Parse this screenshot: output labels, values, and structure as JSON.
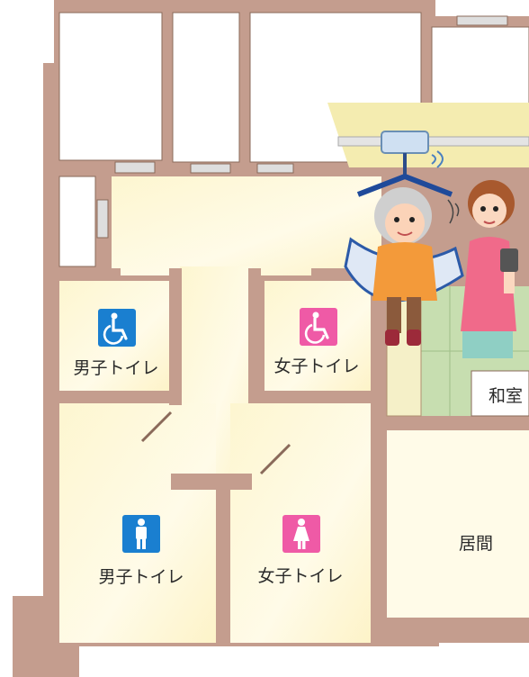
{
  "rooms": {
    "mens_accessible": "男子トイレ",
    "womens_accessible": "女子トイレ",
    "mens_toilet": "男子トイレ",
    "womens_toilet": "女子トイレ",
    "washitsu": "和室",
    "ima": "居間"
  },
  "icons": {
    "mens_accessible": "wheelchair-icon",
    "womens_accessible": "wheelchair-icon",
    "mens_toilet": "man-icon",
    "womens_toilet": "woman-icon",
    "lift": "ceiling-lift-icon",
    "caregiver": "caregiver-icon",
    "patient": "elderly-person-icon"
  },
  "colors": {
    "wall": "#c49d8e",
    "floor": "#fdf7d4",
    "washitsu_floor": "#c7deb0",
    "men_sign": "#1a7fd0",
    "women_sign": "#ef5aa6",
    "rail": "#f4ecb0"
  }
}
